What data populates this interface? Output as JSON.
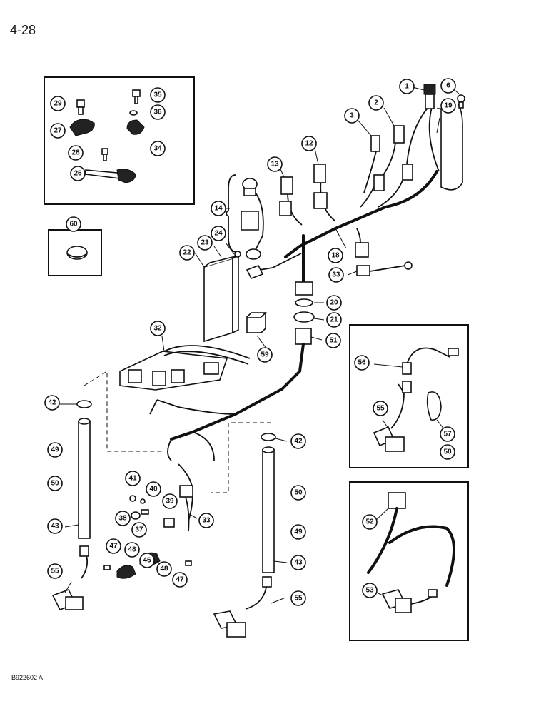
{
  "page_number": "4-28",
  "figure_code": "B922602 A",
  "callouts": {
    "c1": "1",
    "c2": "2",
    "c3": "3",
    "c6": "6",
    "c12": "12",
    "c13": "13",
    "c14": "14",
    "c18": "18",
    "c19": "19",
    "c20": "20",
    "c21": "21",
    "c22": "22",
    "c23": "23",
    "c24": "24",
    "c26": "26",
    "c27": "27",
    "c28": "28",
    "c29": "29",
    "c32": "32",
    "c33a": "33",
    "c33b": "33",
    "c34": "34",
    "c35": "35",
    "c36": "36",
    "c37": "37",
    "c38": "38",
    "c39": "39",
    "c40": "40",
    "c41": "41",
    "c42a": "42",
    "c42b": "42",
    "c43a": "43",
    "c43b": "43",
    "c46": "46",
    "c47a": "47",
    "c47b": "47",
    "c48a": "48",
    "c48b": "48",
    "c49a": "49",
    "c49b": "49",
    "c50a": "50",
    "c50b": "50",
    "c51": "51",
    "c52": "52",
    "c53": "53",
    "c55a": "55",
    "c55b": "55",
    "c55c": "55",
    "c56": "56",
    "c57": "57",
    "c58": "58",
    "c59": "59",
    "c60": "60"
  }
}
